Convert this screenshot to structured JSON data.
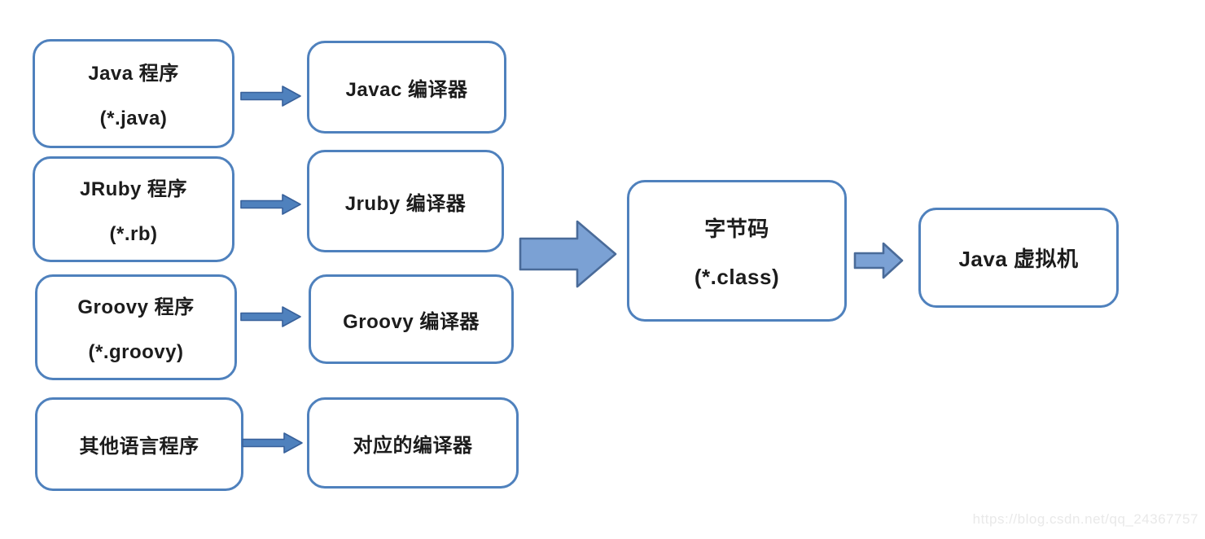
{
  "colors": {
    "page_bg": "#ffffff",
    "node_fill": "#ffffff",
    "border_color": "#4f81bd",
    "text_color": "#1c1c1c",
    "arrow_fill": "#4f81bd",
    "arrow_stroke": "#38619b",
    "big_arrow_fill": "#7ba1d4",
    "big_arrow_stroke": "#4a6b99",
    "watermark_color": "#e9e9e9"
  },
  "diagram": {
    "nodes": {
      "java_program": {
        "line1": "Java 程序",
        "line2": "(*.java)"
      },
      "jruby_program": {
        "line1": "JRuby 程序",
        "line2": "(*.rb)"
      },
      "groovy_program": {
        "line1": "Groovy 程序",
        "line2": "(*.groovy)"
      },
      "other_program": {
        "line1": "其他语言程序"
      },
      "javac_compiler": {
        "line1": "Javac 编译器"
      },
      "jruby_compiler": {
        "line1": "Jruby 编译器"
      },
      "groovy_compiler": {
        "line1": "Groovy 编译器"
      },
      "other_compiler": {
        "line1": "对应的编译器"
      },
      "bytecode": {
        "line1": "字节码",
        "line2": "(*.class)"
      },
      "jvm": {
        "line1": "Java 虚拟机"
      }
    },
    "watermark": "https://blog.csdn.net/qq_24367757"
  }
}
